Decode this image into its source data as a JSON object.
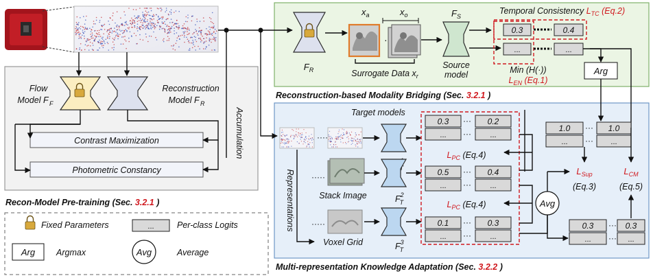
{
  "sections": {
    "bridging_title": "Reconstruction-based Modality Bridging (Sec. ",
    "bridging_ref": "3.2.1",
    "adaptation_title": "Multi-representation Knowledge Adaptation (Sec. ",
    "adaptation_ref": "3.2.2",
    "pretrain_title": "Recon-Model Pre-training (Sec. ",
    "pretrain_ref": "3.2.1",
    "closing": " )"
  },
  "pretrain": {
    "flow_model": "Flow",
    "flow_model_2": "Model F",
    "flow_sub": "F",
    "recon_model": "Reconstruction",
    "recon_model_2": "Model F",
    "recon_sub": "R",
    "contrast_max": "Contrast Maximization",
    "photometric": "Photometric Constancy",
    "accumulation": "Accumulation"
  },
  "bridging": {
    "f_r": "F",
    "f_r_sub": "R",
    "x_a": "x",
    "x_a_sub": "a",
    "x_o": "x",
    "x_o_sub": "o",
    "surrogate": "Surrogate Data x",
    "surrogate_sub": "r",
    "f_s": "F",
    "f_s_sub": "S",
    "source_model_1": "Source",
    "source_model_2": "model",
    "temporal": "Temporal Consistency ",
    "l_tc": "L",
    "l_tc_sub": "TC",
    "eq2": " (Eq.2)",
    "min_h": "Min (H(·))",
    "l_en": "L",
    "l_en_sub": "EN",
    "eq1": " (Eq.1)",
    "logit_a": "0.3",
    "logit_b": "0.4",
    "logit_c": "...",
    "logit_d": "...",
    "arg": "Arg"
  },
  "adaptation": {
    "target_models": "Target models",
    "representations": "Representations",
    "stack_image": "Stack Image",
    "voxel_grid": "Voxel Grid",
    "ft": "F",
    "ft_sub": "T",
    "sup1": "1",
    "sup2": "2",
    "sup3": "3",
    "l_pc": "L",
    "l_pc_sub": "PC",
    "eq4": " (Eq.4)",
    "rows": [
      {
        "left": "0.3",
        "right": "0.2"
      },
      {
        "left": "0.5",
        "right": "0.4"
      },
      {
        "left": "0.1",
        "right": "0.3"
      }
    ],
    "ellipsis": "...",
    "pseudo_left": "1.0",
    "pseudo_right": "1.0",
    "l_sup": "L",
    "l_sup_sub": "Sup",
    "eq3": "(Eq.3)",
    "l_cm": "L",
    "l_cm_sub": "CM",
    "eq5": "(Eq.5)",
    "avg": "Avg",
    "avg_left": "0.3",
    "avg_right": "0.3"
  },
  "legend": {
    "fixed": "Fixed Parameters",
    "logits_box": "...",
    "logits": "Per-class Logits",
    "arg_box": "Arg",
    "argmax": "Argmax",
    "avg_circle": "Avg",
    "average": "Average"
  },
  "colors": {
    "green_panel": "#ebf5e4",
    "blue_panel": "#e6eff9",
    "grey_panel": "#f2f2f2",
    "red": "#d0181e"
  }
}
